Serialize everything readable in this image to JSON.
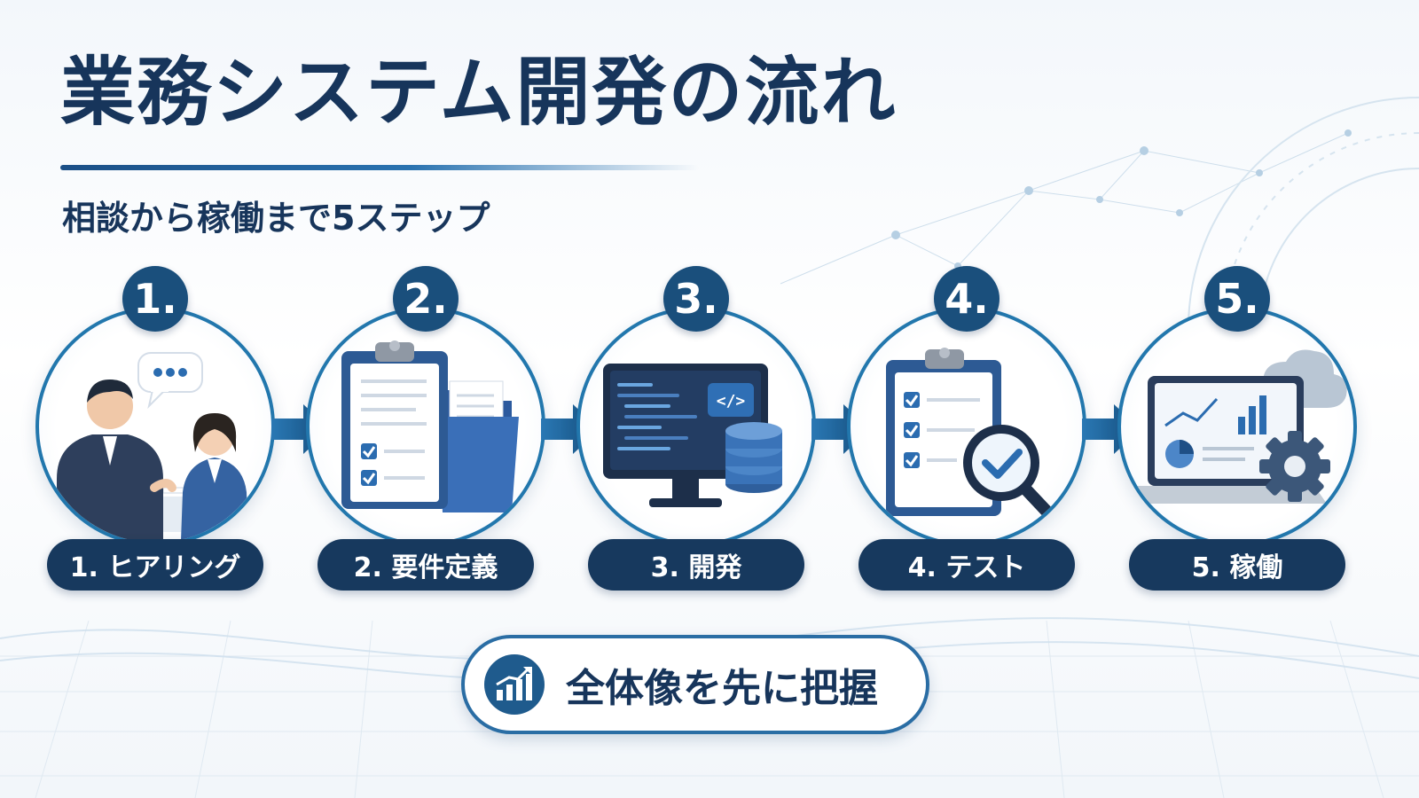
{
  "title": "業務システム開発の流れ",
  "subtitle": "相談から稼働まで5ステップ",
  "steps": [
    {
      "number": "1.",
      "label": "1. ヒアリング",
      "icon": "consultation-icon"
    },
    {
      "number": "2.",
      "label": "2. 要件定義",
      "icon": "clipboard-folder-icon"
    },
    {
      "number": "3.",
      "label": "3. 開発",
      "icon": "monitor-code-database-icon"
    },
    {
      "number": "4.",
      "label": "4. テスト",
      "icon": "checklist-magnifier-icon"
    },
    {
      "number": "5.",
      "label": "5. 稼働",
      "icon": "laptop-cloud-gear-icon"
    }
  ],
  "summary": {
    "text": "全体像を先に把握",
    "icon": "growth-chart-icon"
  },
  "colors": {
    "navy": "#17395e",
    "accent": "#2277ad",
    "bright": "#3a86c8"
  }
}
